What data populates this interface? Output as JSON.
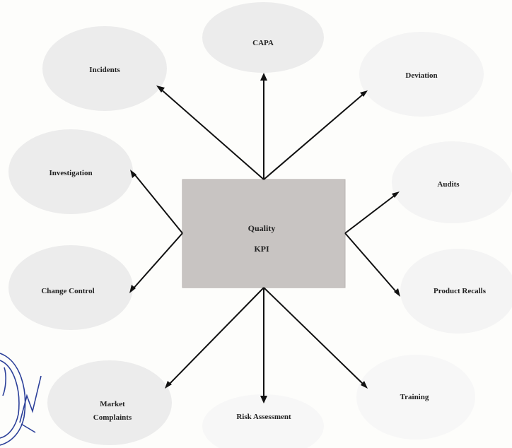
{
  "diagram": {
    "center": {
      "line1": "Quality",
      "line2": "KPI"
    },
    "nodes": {
      "capa": "CAPA",
      "incidents": "Incidents",
      "deviation": "Deviation",
      "investigation": "Investigation",
      "audits": "Audits",
      "change_control": "Change Control",
      "product_recalls": "Product Recalls",
      "market_complaints_line1": "Market",
      "market_complaints_line2": "Complaints",
      "risk_assessment": "Risk Assessment",
      "training": "Training"
    }
  },
  "colors": {
    "center_box": "#c8c4c2",
    "ellipse": "#ececec",
    "arrow": "#111111",
    "seal": "#2b3f99"
  }
}
